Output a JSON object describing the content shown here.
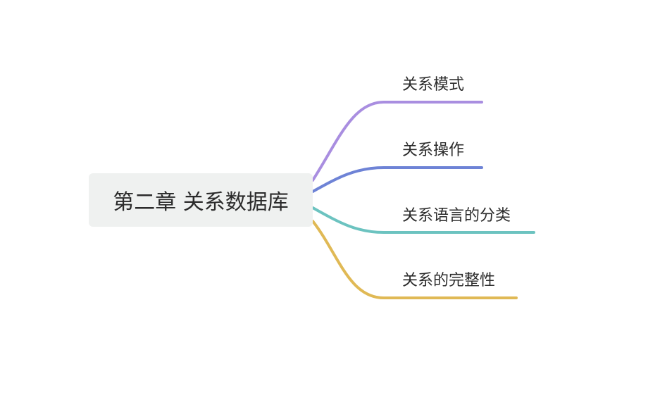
{
  "root": {
    "label": "第二章 关系数据库"
  },
  "branches": [
    {
      "label": "关系模式",
      "color": "#a98ee0"
    },
    {
      "label": "关系操作",
      "color": "#6e83d6"
    },
    {
      "label": "关系语言的分类",
      "color": "#6cc3c0"
    },
    {
      "label": "关系的完整性",
      "color": "#e0b955"
    }
  ]
}
